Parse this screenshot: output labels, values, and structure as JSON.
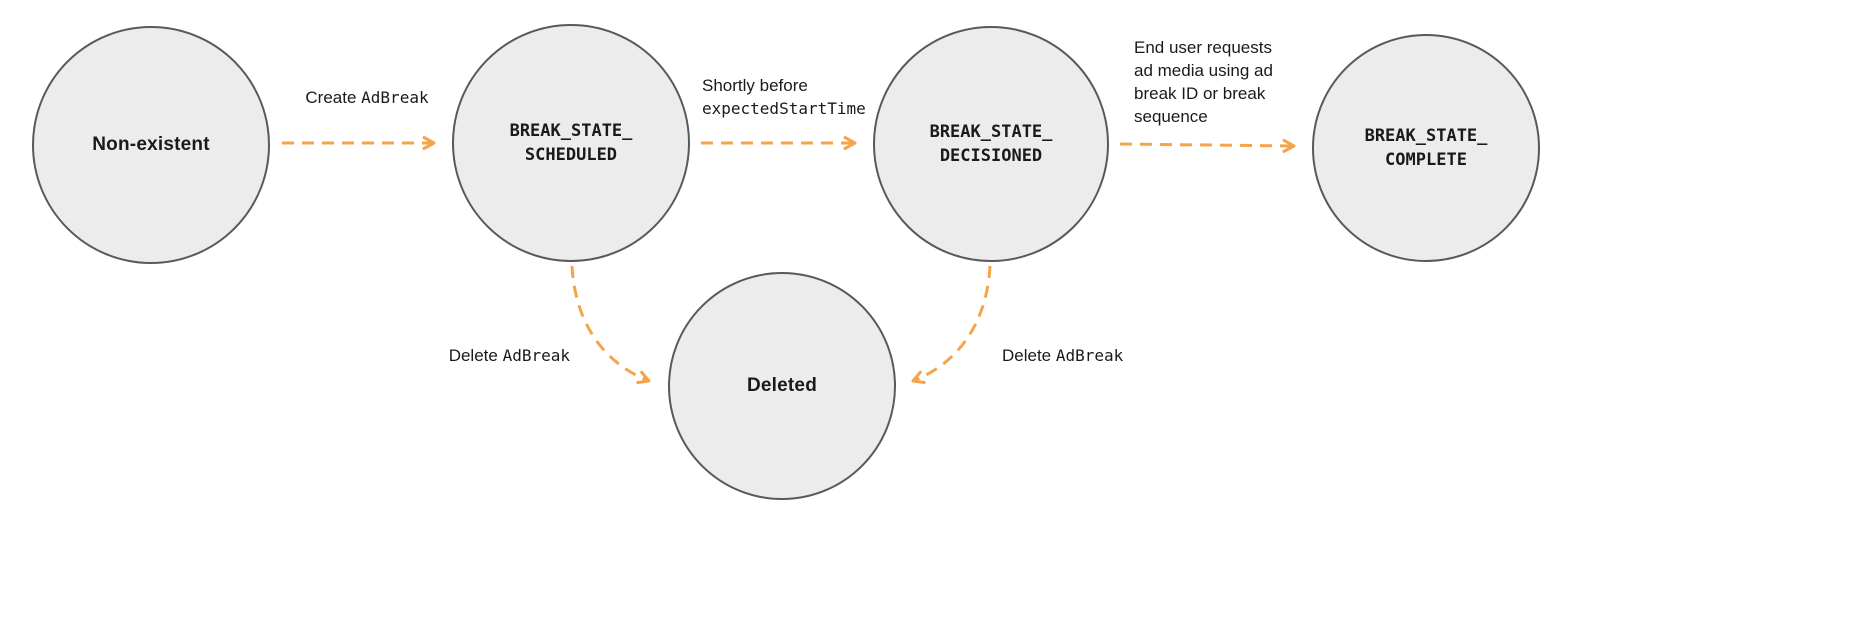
{
  "diagram": {
    "background": "#ffffff",
    "colors": {
      "node_fill": "#ececec",
      "node_border": "#58595b",
      "arrow": "#f6a44a",
      "label_text": "#1a1a1a"
    },
    "nodes": [
      {
        "id": "non-existent",
        "label": "Non-existent",
        "style": "plain"
      },
      {
        "id": "break-state-scheduled",
        "label": "BREAK_STATE_\nSCHEDULED",
        "style": "code"
      },
      {
        "id": "break-state-decisioned",
        "label": "BREAK_STATE_\nDECISIONED",
        "style": "code"
      },
      {
        "id": "break-state-complete",
        "label": "BREAK_STATE_\nCOMPLETE",
        "style": "code"
      },
      {
        "id": "deleted",
        "label": "Deleted",
        "style": "plain"
      }
    ],
    "edges": [
      {
        "from": "non-existent",
        "to": "break-state-scheduled",
        "label_plain": "Create ",
        "label_code": "AdBreak"
      },
      {
        "from": "break-state-scheduled",
        "to": "break-state-decisioned",
        "label_plain": "Shortly before",
        "label_code": "expectedStartTime"
      },
      {
        "from": "break-state-decisioned",
        "to": "break-state-complete",
        "label_plain": "End user requests\nad media using ad\nbreak ID or break\nsequence"
      },
      {
        "from": "break-state-scheduled",
        "to": "deleted",
        "label_plain": "Delete ",
        "label_code": "AdBreak"
      },
      {
        "from": "break-state-decisioned",
        "to": "deleted",
        "label_plain": "Delete ",
        "label_code": "AdBreak"
      }
    ]
  }
}
